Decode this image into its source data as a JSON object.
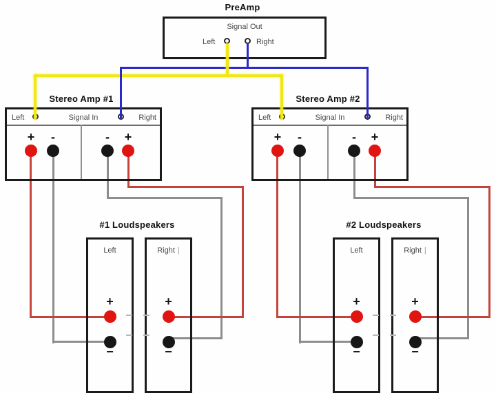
{
  "preamp": {
    "title": "PreAmp",
    "panel_label": "Signal Out",
    "left_label": "Left",
    "right_label": "Right"
  },
  "amps": [
    {
      "title": "Stereo Amp #1"
    },
    {
      "title": "Stereo Amp #2"
    }
  ],
  "amp_common": {
    "left_label": "Left",
    "signal_in_label": "Signal In",
    "right_label": "Right",
    "plus": "+",
    "minus": "-"
  },
  "speaker_groups": [
    {
      "title": "#1 Loudspeakers"
    },
    {
      "title": "#2 Loudspeakers"
    }
  ],
  "speaker_common": {
    "left_label": "Left",
    "right_label": "Right",
    "cursor_artifact": "|",
    "plus": "+",
    "minus": "−"
  },
  "colors": {
    "left_signal_wire": "#f0e714",
    "right_signal_wire": "#2b28cc",
    "positive_wire": "#c6433b",
    "negative_wire": "#8d8d8d",
    "positive_terminal": "#e01511",
    "negative_terminal": "#171717",
    "box_border": "#1b1b1b",
    "label_text": "#474747",
    "title_text": "#121212"
  }
}
